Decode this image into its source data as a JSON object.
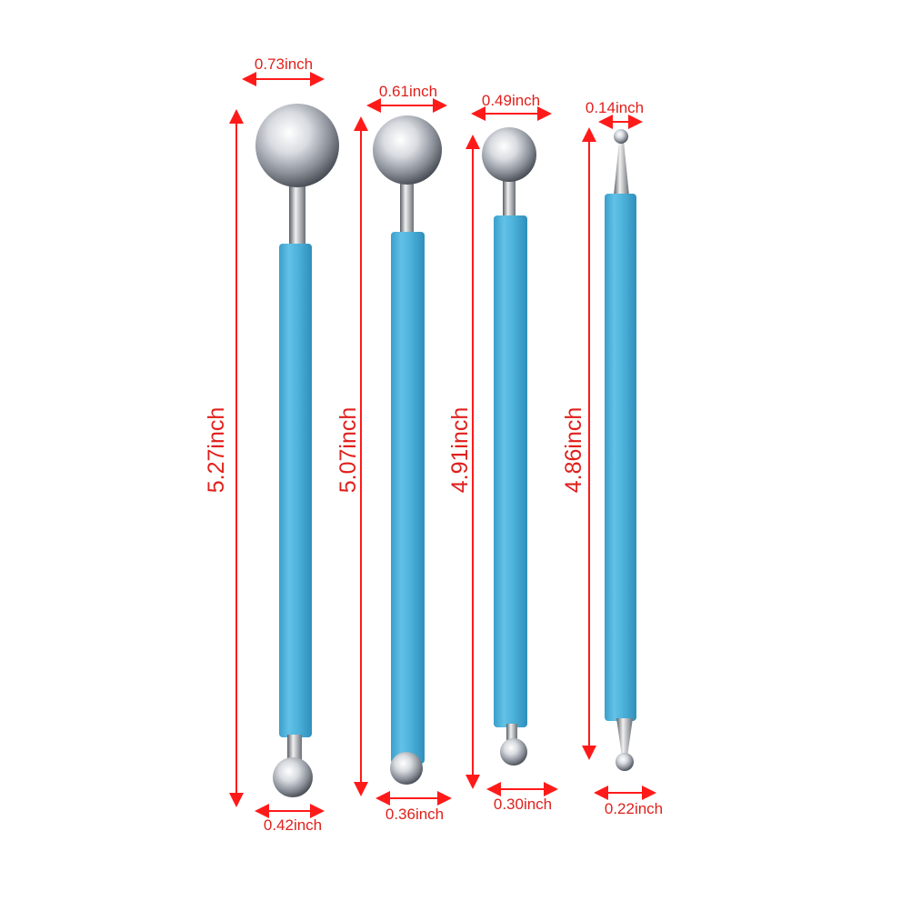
{
  "colors": {
    "dimension": "#ff1a1a",
    "handle": "#4fb4dd",
    "metal": "#c9ccd2"
  },
  "tools": [
    {
      "top_tip": "0.73inch",
      "length": "5.27inch",
      "bottom_tip": "0.42inch"
    },
    {
      "top_tip": "0.61inch",
      "length": "5.07inch",
      "bottom_tip": "0.36inch"
    },
    {
      "top_tip": "0.49inch",
      "length": "4.91inch",
      "bottom_tip": "0.30inch"
    },
    {
      "top_tip": "0.14inch",
      "length": "4.86inch",
      "bottom_tip": "0.22inch"
    }
  ]
}
